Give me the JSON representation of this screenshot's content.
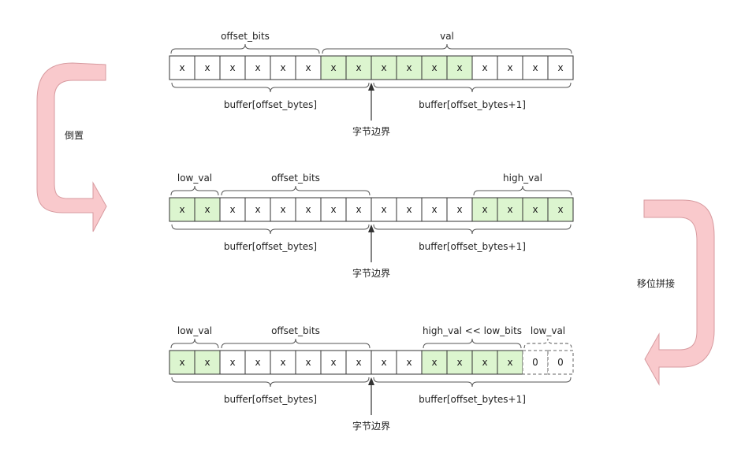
{
  "colors": {
    "green": "#dcf5cf",
    "white": "#ffffff",
    "cell_border": "#333333",
    "dashed_border": "#666666",
    "arrow_fill": "#f9c9cc"
  },
  "left_arrow_label": "倒置",
  "right_arrow_label": "移位拼接",
  "rows": [
    {
      "id": "row1",
      "cells": [
        {
          "text": "x",
          "color": "white"
        },
        {
          "text": "x",
          "color": "white"
        },
        {
          "text": "x",
          "color": "white"
        },
        {
          "text": "x",
          "color": "white"
        },
        {
          "text": "x",
          "color": "white"
        },
        {
          "text": "x",
          "color": "white"
        },
        {
          "text": "x",
          "color": "green"
        },
        {
          "text": "x",
          "color": "green"
        },
        {
          "text": "x",
          "color": "green"
        },
        {
          "text": "x",
          "color": "green"
        },
        {
          "text": "x",
          "color": "green"
        },
        {
          "text": "x",
          "color": "green"
        },
        {
          "text": "x",
          "color": "white"
        },
        {
          "text": "x",
          "color": "white"
        },
        {
          "text": "x",
          "color": "white"
        },
        {
          "text": "x",
          "color": "white"
        }
      ],
      "top_braces": [
        {
          "label": "offset_bits",
          "from": 0,
          "to": 6
        },
        {
          "label": "val",
          "from": 6,
          "to": 16
        }
      ],
      "bottom_braces": [
        {
          "label": "buffer[offset_bytes]",
          "from": 0,
          "to": 8
        },
        {
          "label": "buffer[offset_bytes+1]",
          "from": 8,
          "to": 16
        }
      ],
      "boundary_label": "字节边界"
    },
    {
      "id": "row2",
      "cells": [
        {
          "text": "x",
          "color": "green"
        },
        {
          "text": "x",
          "color": "green"
        },
        {
          "text": "x",
          "color": "white"
        },
        {
          "text": "x",
          "color": "white"
        },
        {
          "text": "x",
          "color": "white"
        },
        {
          "text": "x",
          "color": "white"
        },
        {
          "text": "x",
          "color": "white"
        },
        {
          "text": "x",
          "color": "white"
        },
        {
          "text": "x",
          "color": "white"
        },
        {
          "text": "x",
          "color": "white"
        },
        {
          "text": "x",
          "color": "white"
        },
        {
          "text": "x",
          "color": "white"
        },
        {
          "text": "x",
          "color": "green"
        },
        {
          "text": "x",
          "color": "green"
        },
        {
          "text": "x",
          "color": "green"
        },
        {
          "text": "x",
          "color": "green"
        }
      ],
      "top_braces": [
        {
          "label": "low_val",
          "from": 0,
          "to": 2
        },
        {
          "label": "offset_bits",
          "from": 2,
          "to": 8
        },
        {
          "label": "high_val",
          "from": 12,
          "to": 16
        }
      ],
      "bottom_braces": [
        {
          "label": "buffer[offset_bytes]",
          "from": 0,
          "to": 8
        },
        {
          "label": "buffer[offset_bytes+1]",
          "from": 8,
          "to": 16
        }
      ],
      "boundary_label": "字节边界"
    },
    {
      "id": "row3",
      "cells": [
        {
          "text": "x",
          "color": "green"
        },
        {
          "text": "x",
          "color": "green"
        },
        {
          "text": "x",
          "color": "white"
        },
        {
          "text": "x",
          "color": "white"
        },
        {
          "text": "x",
          "color": "white"
        },
        {
          "text": "x",
          "color": "white"
        },
        {
          "text": "x",
          "color": "white"
        },
        {
          "text": "x",
          "color": "white"
        },
        {
          "text": "x",
          "color": "white"
        },
        {
          "text": "x",
          "color": "white"
        },
        {
          "text": "x",
          "color": "green"
        },
        {
          "text": "x",
          "color": "green"
        },
        {
          "text": "x",
          "color": "green"
        },
        {
          "text": "x",
          "color": "green"
        },
        {
          "text": "0",
          "color": "dashed"
        },
        {
          "text": "0",
          "color": "dashed"
        }
      ],
      "top_braces": [
        {
          "label": "low_val",
          "from": 0,
          "to": 2
        },
        {
          "label": "offset_bits",
          "from": 2,
          "to": 8
        },
        {
          "label": "high_val << low_bits",
          "from": 10,
          "to": 14
        },
        {
          "label": "low_val",
          "from": 14,
          "to": 16,
          "dashed": true
        }
      ],
      "bottom_braces": [
        {
          "label": "buffer[offset_bytes]",
          "from": 0,
          "to": 8
        },
        {
          "label": "buffer[offset_bytes+1]",
          "from": 8,
          "to": 16
        }
      ],
      "boundary_label": "字节边界"
    }
  ]
}
